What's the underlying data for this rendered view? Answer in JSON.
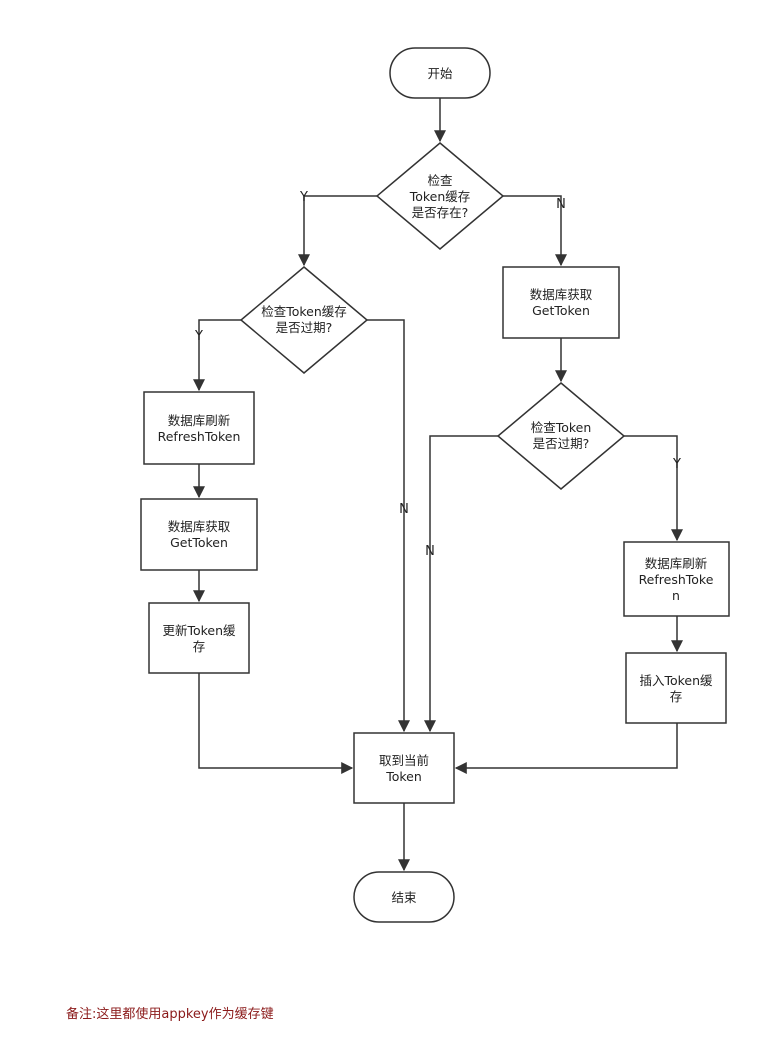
{
  "nodes": {
    "start": {
      "line1": "开始"
    },
    "check_cache": {
      "line1": "检查",
      "line2": "Token缓存",
      "line3": "是否存在?"
    },
    "check_expired_left": {
      "line1": "检查Token缓存",
      "line2": "是否过期?"
    },
    "db_get_right": {
      "line1": "数据库获取",
      "line2": "GetToken"
    },
    "check_expired_right": {
      "line1": "检查Token",
      "line2": "是否过期?"
    },
    "db_refresh_left": {
      "line1": "数据库刷新",
      "line2": "RefreshToken"
    },
    "db_get_left": {
      "line1": "数据库获取",
      "line2": "GetToken"
    },
    "update_cache": {
      "line1": "更新Token缓",
      "line2": "存"
    },
    "db_refresh_right": {
      "line1": "数据库刷新",
      "line2": "RefreshToke",
      "line3": "n"
    },
    "insert_cache": {
      "line1": "插入Token缓",
      "line2": "存"
    },
    "get_current": {
      "line1": "取到当前",
      "line2": "Token"
    },
    "end": {
      "line1": "结束"
    }
  },
  "edges": {
    "yes": "Y",
    "no": "N"
  },
  "note": "备注:这里都使用appkey作为缓存键",
  "colors": {
    "stroke": "#333333",
    "note": "#8b1a1a",
    "background": "#ffffff"
  }
}
